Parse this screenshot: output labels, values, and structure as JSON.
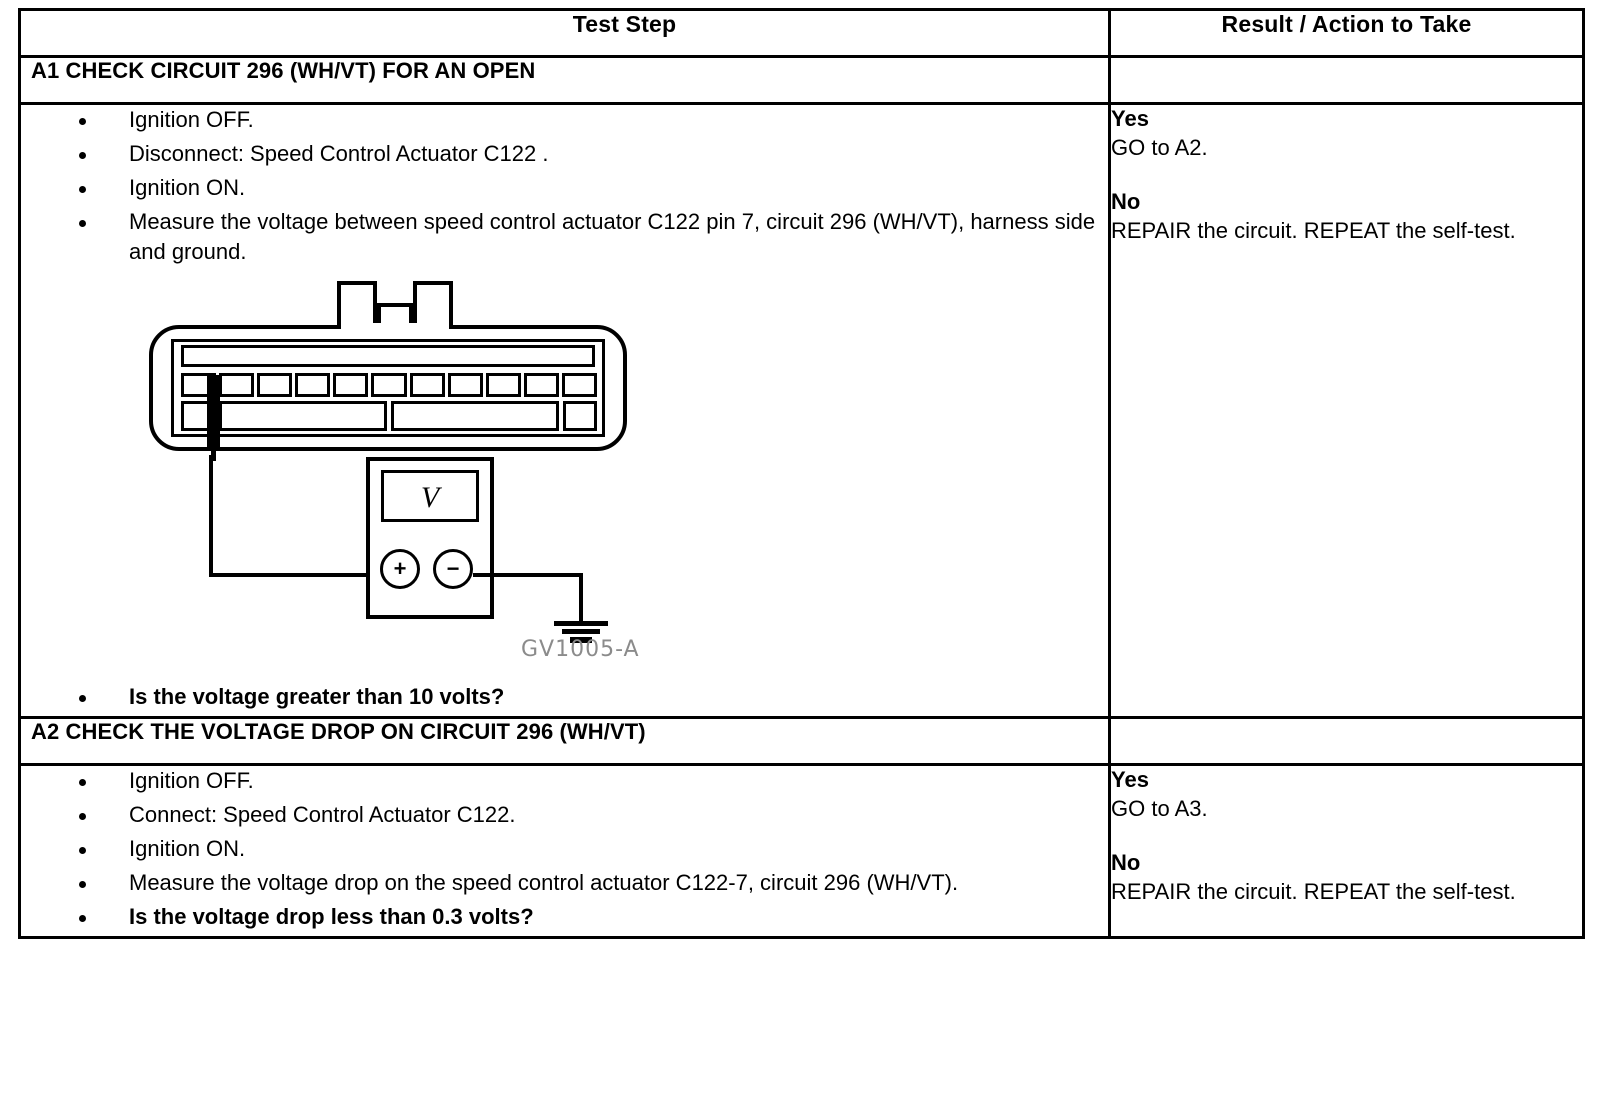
{
  "table": {
    "columns": [
      {
        "id": "test-step",
        "header": "Test Step"
      },
      {
        "id": "result-action",
        "header": "Result / Action to Take"
      }
    ],
    "steps": [
      {
        "id": "A1",
        "title": "A1 CHECK CIRCUIT 296 (WH/VT) FOR AN OPEN",
        "bullets": [
          {
            "text": "Ignition OFF.",
            "bold": false
          },
          {
            "text": "Disconnect: Speed Control Actuator C122 .",
            "bold": false
          },
          {
            "text": "Ignition ON.",
            "bold": false
          },
          {
            "text": "Measure the voltage between speed control actuator C122 pin 7, circuit 296 (WH/VT), harness side and ground.",
            "bold": false
          }
        ],
        "question": "Is the voltage greater than 10 volts?",
        "figure": {
          "code": "GV1005-A",
          "meter_display": "V",
          "jack_plus": "+",
          "jack_minus": "−",
          "pin_count": 11,
          "probe_pin_index": 4
        },
        "result": {
          "yes_label": "Yes",
          "yes_action": "GO to A2.",
          "no_label": "No",
          "no_action": "REPAIR the circuit. REPEAT the self-test."
        }
      },
      {
        "id": "A2",
        "title": "A2 CHECK THE VOLTAGE DROP ON CIRCUIT 296 (WH/VT)",
        "bullets": [
          {
            "text": "Ignition OFF.",
            "bold": false
          },
          {
            "text": "Connect: Speed Control Actuator C122.",
            "bold": false
          },
          {
            "text": "Ignition ON.",
            "bold": false
          },
          {
            "text": "Measure the voltage drop on the speed control actuator C122-7, circuit 296 (WH/VT).",
            "bold": false
          }
        ],
        "question": "Is the voltage drop less than 0.3 volts?",
        "result": {
          "yes_label": "Yes",
          "yes_action": "GO to A3.",
          "no_label": "No",
          "no_action": "REPAIR the circuit. REPEAT the self-test."
        }
      }
    ]
  },
  "colors": {
    "rule": "#000000",
    "text": "#000000",
    "figure_code": "#8b8b8b",
    "page_background": "#ffffff"
  }
}
